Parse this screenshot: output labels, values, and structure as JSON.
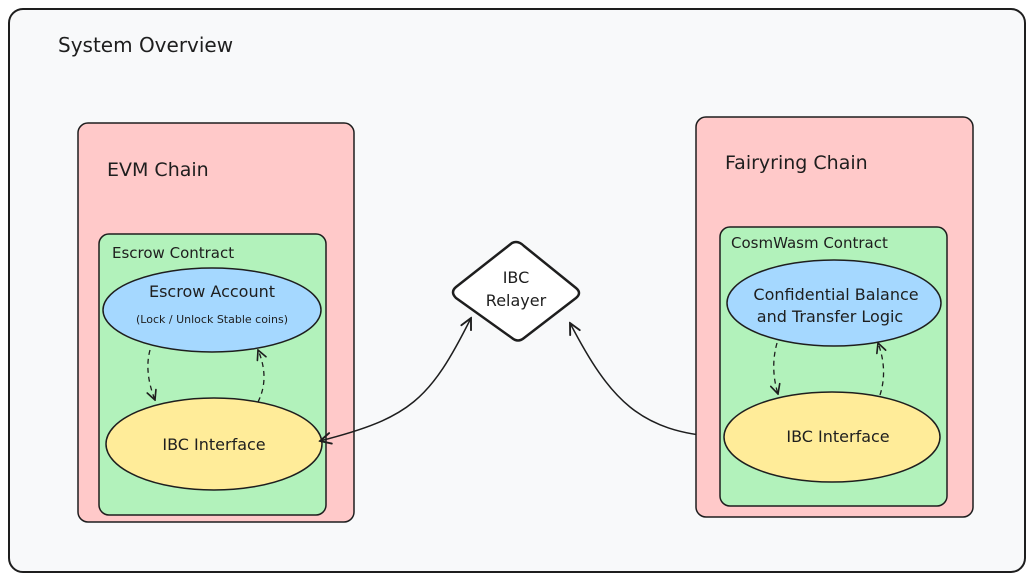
{
  "title": "System Overview",
  "evm_chain": {
    "label": "EVM Chain",
    "contract": {
      "label": "Escrow Contract",
      "account": {
        "title": "Escrow Account",
        "subtitle": "(Lock / Unlock Stable coins)"
      },
      "interface": "IBC Interface"
    }
  },
  "relayer": {
    "line1": "IBC",
    "line2": "Relayer"
  },
  "fairyring_chain": {
    "label": "Fairyring Chain",
    "contract": {
      "label": "CosmWasm Contract",
      "logic": {
        "line1": "Confidential Balance",
        "line2": "and Transfer Logic"
      },
      "interface": "IBC Interface"
    }
  },
  "colors": {
    "background": "#f8f9fa",
    "chain_fill": "#ffc9c9",
    "contract_fill": "#b2f2bb",
    "blue_fill": "#a5d8ff",
    "yellow_fill": "#ffec99",
    "stroke": "#1e1e1e"
  }
}
